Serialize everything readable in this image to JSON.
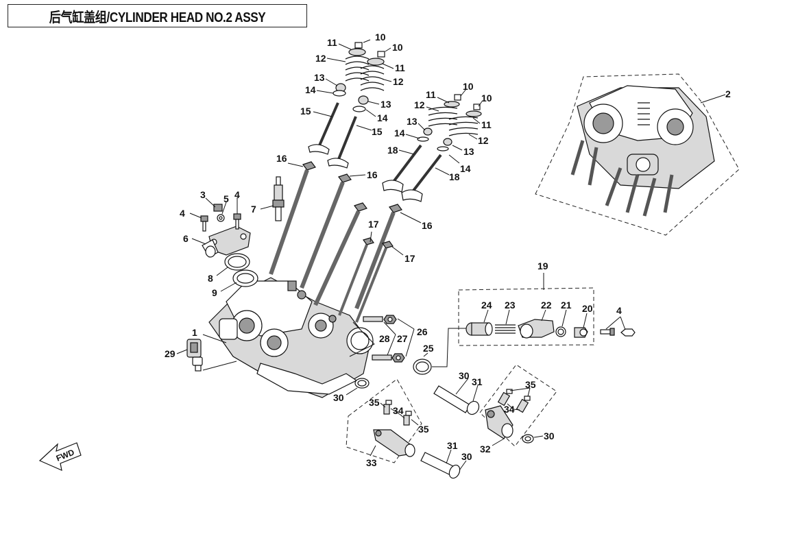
{
  "title": "后气缸盖组/CYLINDER HEAD NO.2 ASSY",
  "direction_label": "FWD",
  "callouts": [
    "1",
    "2",
    "3",
    "4",
    "4",
    "4",
    "5",
    "6",
    "7",
    "8",
    "9",
    "10",
    "10",
    "10",
    "10",
    "11",
    "11",
    "11",
    "11",
    "12",
    "12",
    "12",
    "12",
    "13",
    "13",
    "13",
    "13",
    "14",
    "14",
    "14",
    "14",
    "15",
    "15",
    "16",
    "16",
    "16",
    "17",
    "17",
    "18",
    "18",
    "19",
    "20",
    "21",
    "22",
    "23",
    "24",
    "25",
    "26",
    "27",
    "28",
    "29",
    "30",
    "30",
    "30",
    "30",
    "31",
    "31",
    "32",
    "33",
    "34",
    "34",
    "35",
    "35",
    "35"
  ]
}
